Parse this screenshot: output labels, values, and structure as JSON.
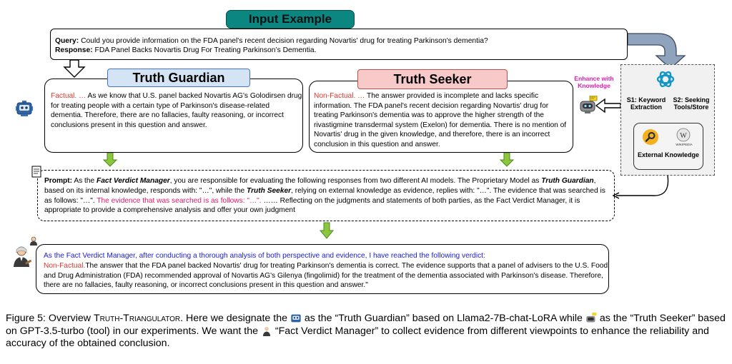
{
  "input_example": {
    "title": "Input Example",
    "query_label": "Query:",
    "query_text": "Could you provide information on the FDA panel's recent decision regarding Novartis' drug for treating Parkinson's dementia?",
    "response_label": "Response:",
    "response_text": "FDA Panel Backs Novartis Drug For Treating Parkinson’s Dementia."
  },
  "truth_guardian": {
    "title": "Truth Guardian",
    "verdict": "Factual. …",
    "text": " As we know that U.S. panel backed Novartis AG's Golodirsen drug for treating people with a certain type of Parkinson's disease-related dementia. Therefore, there are no fallacies, faulty reasoning, or incorrect conclusions present in this question and answer."
  },
  "truth_seeker": {
    "title": "Truth Seeker",
    "verdict": "Non-Factual. …",
    "text": " The answer provided is incomplete and lacks specific information. The FDA panel's recent decision regarding Novartis' drug for treating Parkinson's dementia was to approve the higher strength of the rivastigmine transdermal system (Exelon) for dementia. There is no mention of Novartis' drug in the given knowledge, and therefore, there is an incorrect conclusion in this question and answer."
  },
  "seeker_tools": {
    "enhance_label": "Enhance with Knowledge",
    "step1": "S1: Keyword Extraction",
    "step2": "S2: Seeking Tools/Store",
    "external_knowledge": "External Knowledge",
    "wiki_caption": "WIKIPEDIA"
  },
  "prompt": {
    "label": "Prompt:",
    "part1": " As the ",
    "manager_name": "Fact Verdict Manager",
    "part2": ", you are responsible for evaluating the following responses from two different AI models. The Proprietary Model as ",
    "guardian_name": "Truth Guardian",
    "part3": ", based on its internal knowledge, responds with: \"…\", while the ",
    "seeker_name": "Truth Seeker",
    "part4": ", relying on external knowledge as evidence, replies with: \"…\". The evidence that was searched is as follows: \"…\". ",
    "highlight": "The evidence that was searched is as follows: \"…\".",
    "part5": " …… Reflecting on the judgments and statements of both parties, as the Fact Verdict Manager, it is appropriate to provide a comprehensive analysis and offer your own judgment"
  },
  "verdict": {
    "intro": "As the Fact Verdict Manager, after conducting a thorough analysis of both perspective and evidence, I have reached the following verdict:",
    "label": "Non-Factual.",
    "text": "The answer that the FDA panel backed Novartis' drug for treating Parkinson's dementia is correct. The evidence supports that a panel of advisers to the U.S. Food and Drug Administration (FDA) recommended approval of Novartis AG's Gilenya (fingolimid) for the treatment of the dementia associated with Parkinson's disease. Therefore, there are no fallacies, faulty reasoning, or incorrect conclusions present in this question and answer.\""
  },
  "caption": {
    "prefix": "Figure 5: Overview ",
    "system_name": "Truth-Triangulator",
    "part1": ". Here we designate the ",
    "part2": " as the “Truth Guardian” based on Llama2-7B-chat-LoRA while ",
    "part3": " as the “Truth Seeker” based on GPT-3.5-turbo (tool) in our experiments. We want the ",
    "part4": " “Fact Verdict Manager” to collect evidence from different viewpoints to enhance the reliability and accuracy of the obtained conclusion."
  },
  "colors": {
    "input_banner": "#0c8680",
    "guardian_banner": "#d5e4f5",
    "seeker_banner": "#f8c9c9",
    "factual_red": "#e0362c",
    "flow_arrow_green": "#8cc63f",
    "verdict_intro_blue": "#1a1ad6"
  },
  "icons": [
    "robot-icon",
    "chat-robot-icon",
    "judge-icon",
    "openai-icon",
    "search-icon",
    "wikipedia-icon"
  ]
}
